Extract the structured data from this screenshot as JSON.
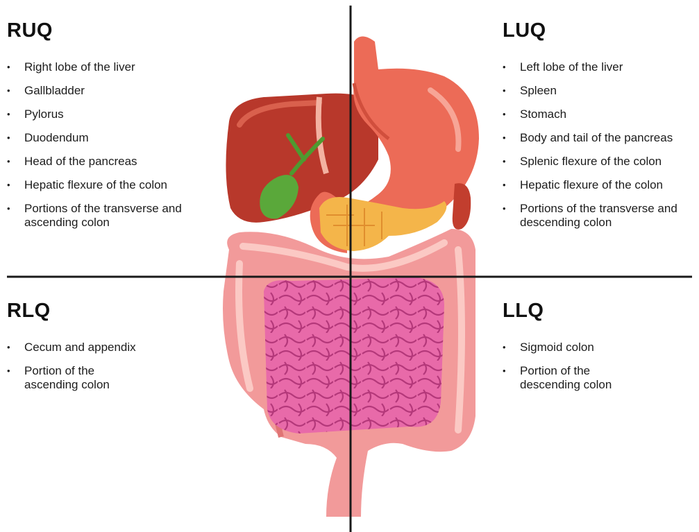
{
  "quadrants": {
    "ruq": {
      "title": "RUQ",
      "items": [
        "Right lobe of the liver",
        "Gallbladder",
        "Pylorus",
        "Duodendum",
        "Head of the pancreas",
        "Hepatic flexure of the colon",
        "Portions of the transverse and ascending colon"
      ]
    },
    "luq": {
      "title": "LUQ",
      "items": [
        "Left lobe of the liver",
        "Spleen",
        "Stomach",
        "Body and tail of the pancreas",
        "Splenic flexure of the colon",
        "Hepatic flexure of the colon",
        "Portions of the transverse and descending colon"
      ]
    },
    "rlq": {
      "title": "RLQ",
      "items": [
        "Cecum and appendix",
        "Portion of the ascending colon"
      ]
    },
    "llq": {
      "title": "LLQ",
      "items": [
        "Sigmoid colon",
        "Portion of the descending colon"
      ]
    }
  },
  "bullet": "•",
  "colors": {
    "divider": "#1a1a1a",
    "liver": "#b8382b",
    "stomach": "#ec6b57",
    "gallbladder": "#5aa83a",
    "pancreas": "#f4b54a",
    "colon": "#f29a9a",
    "small_intestine": "#e86aa9"
  }
}
